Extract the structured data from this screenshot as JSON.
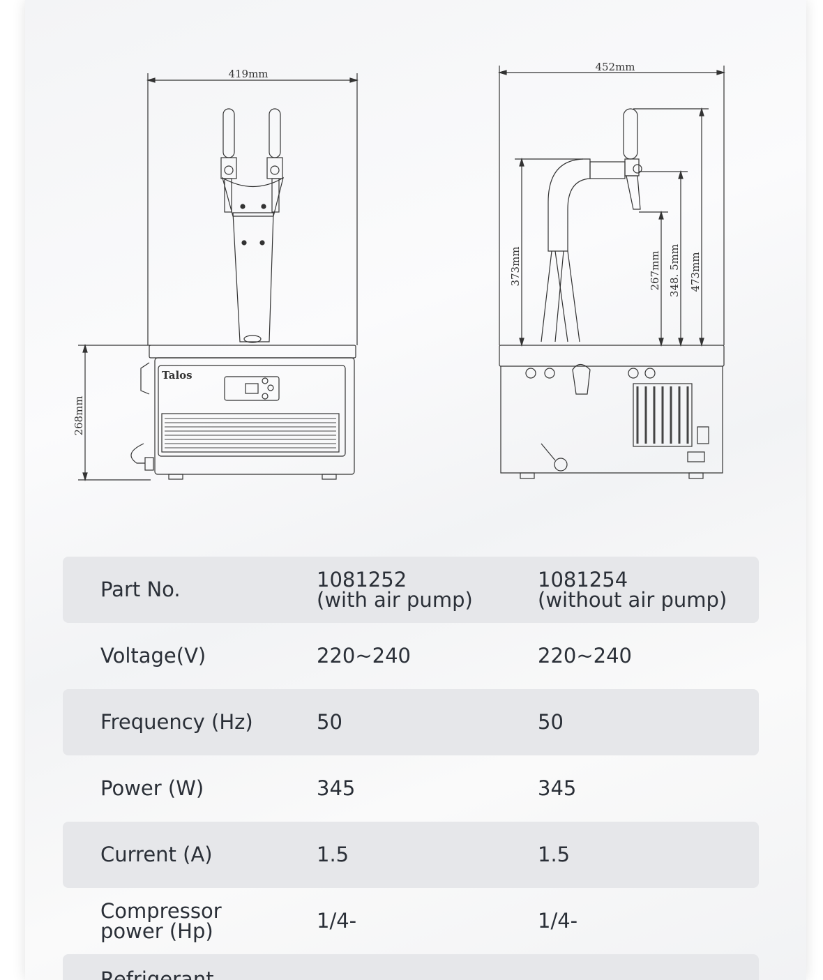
{
  "drawings": {
    "front": {
      "width_label": "419mm",
      "height_label": "268mm",
      "brand_label": "Talos"
    },
    "side": {
      "width_label": "452mm",
      "dims": [
        "373mm",
        "267mm",
        "348. 5mm",
        "473mm"
      ]
    }
  },
  "specs": {
    "header": {
      "label": "Part No.",
      "a_line1": "1081252",
      "a_line2": "(with air pump)",
      "b_line1": "1081254",
      "b_line2": "(without air pump)"
    },
    "rows": [
      {
        "label": "Voltage(V)",
        "a": "220~240",
        "b": "220~240"
      },
      {
        "label": "Frequency (Hz)",
        "a": "50",
        "b": "50"
      },
      {
        "label": "Power (W)",
        "a": "345",
        "b": "345"
      },
      {
        "label": "Current (A)",
        "a": "1.5",
        "b": "1.5"
      },
      {
        "label_line1": "Compressor",
        "label_line2": "power (Hp)",
        "a": "1/4-",
        "b": "1/4-"
      },
      {
        "label": "Refrigerant"
      }
    ]
  }
}
